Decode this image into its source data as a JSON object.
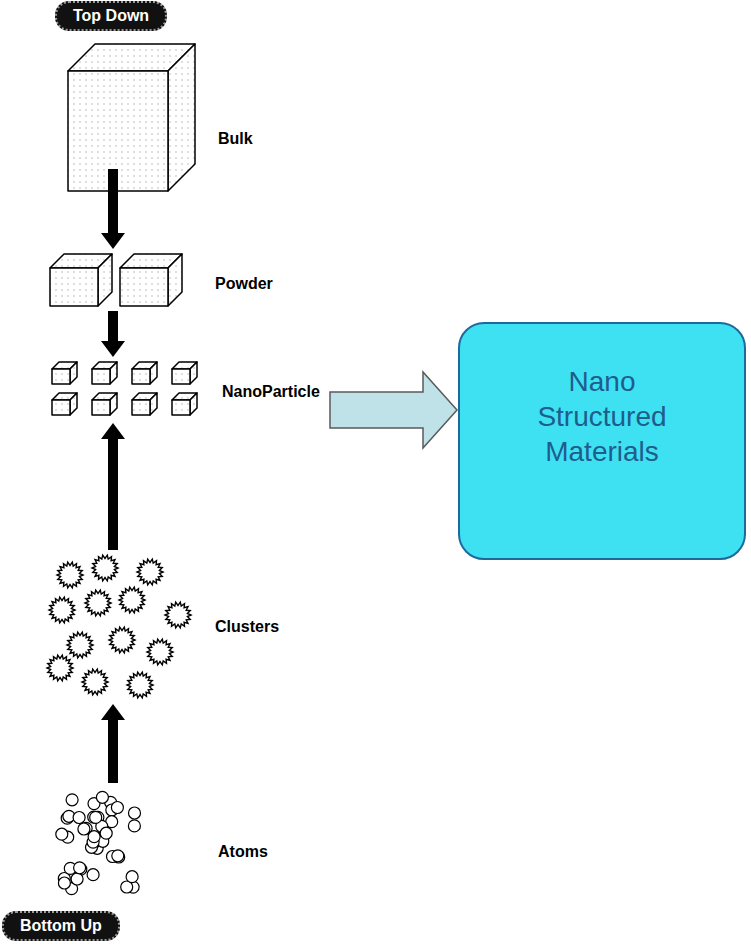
{
  "diagram": {
    "nodes": [
      {
        "text": [
          "Top Down"
        ]
      },
      {
        "text": [
          "Bulk"
        ]
      },
      {
        "text": [
          "Powder"
        ]
      },
      {
        "text": [
          "NanoParticle"
        ]
      },
      {
        "text": [
          "Clusters"
        ]
      },
      {
        "text": [
          "Atoms"
        ]
      },
      {
        "text": [
          "Bottom Up"
        ]
      },
      {
        "text": [
          "Nano Structured Materials"
        ]
      }
    ],
    "edges": [
      {
        "from": 1,
        "to": 2,
        "arrow": "to"
      },
      {
        "from": 2,
        "to": 3,
        "arrow": "to"
      },
      {
        "from": 5,
        "to": 4,
        "arrow": "to"
      },
      {
        "from": 4,
        "to": 3,
        "arrow": "to"
      },
      {
        "from": 3,
        "to": 7,
        "arrow": "to"
      }
    ]
  }
}
